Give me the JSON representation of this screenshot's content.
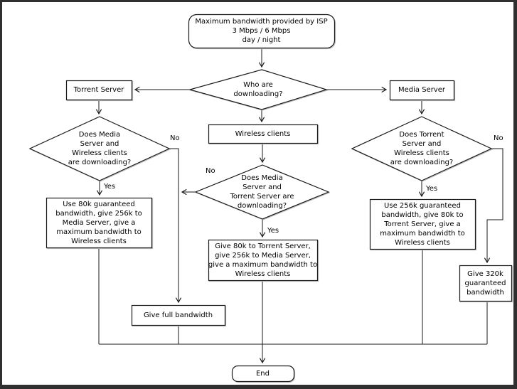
{
  "diagram": {
    "type": "flowchart",
    "nodes": {
      "start": "Maximum bandwidth provided by ISP\n3 Mbps / 6 Mbps\nday / night",
      "who_downloading": "Who are\ndownloading?",
      "torrent_server": "Torrent Server",
      "media_server": "Media Server",
      "wireless_clients": "Wireless clients",
      "left_decision": "Does Media\nServer and\nWireless clients\nare downloading?",
      "mid_decision": "Does Media\nServer and\nTorrent Server are\ndownloading?",
      "right_decision": "Does Torrent\nServer and\nWireless clients\nare downloading?",
      "left_result": "Use 80k guaranteed\nbandwidth, give 256k to\nMedia Server, give a\nmaximum bandwidth to\nWireless clients",
      "mid_result": "Give 80k to Torrent Server,\ngive 256k to Media Server,\ngive a maximum bandwidth to\nWireless clients",
      "right_result": "Use 256k guaranteed\nbandwidth, give 80k to\nTorrent Server, give a\nmaximum bandwidth to\nWireless clients",
      "give_320k": "Give 320k\nguaranteed\nbandwidth",
      "give_full": "Give full bandwidth",
      "end": "End"
    },
    "labels": {
      "left_no": "No",
      "left_yes": "Yes",
      "mid_no": "No",
      "mid_yes": "Yes",
      "right_no": "No",
      "right_yes": "Yes"
    },
    "colors": {
      "line": "#1a1a1a",
      "node_fill": "#ffffff",
      "background": "#ffffff",
      "frame": "#2f2f2f"
    }
  }
}
